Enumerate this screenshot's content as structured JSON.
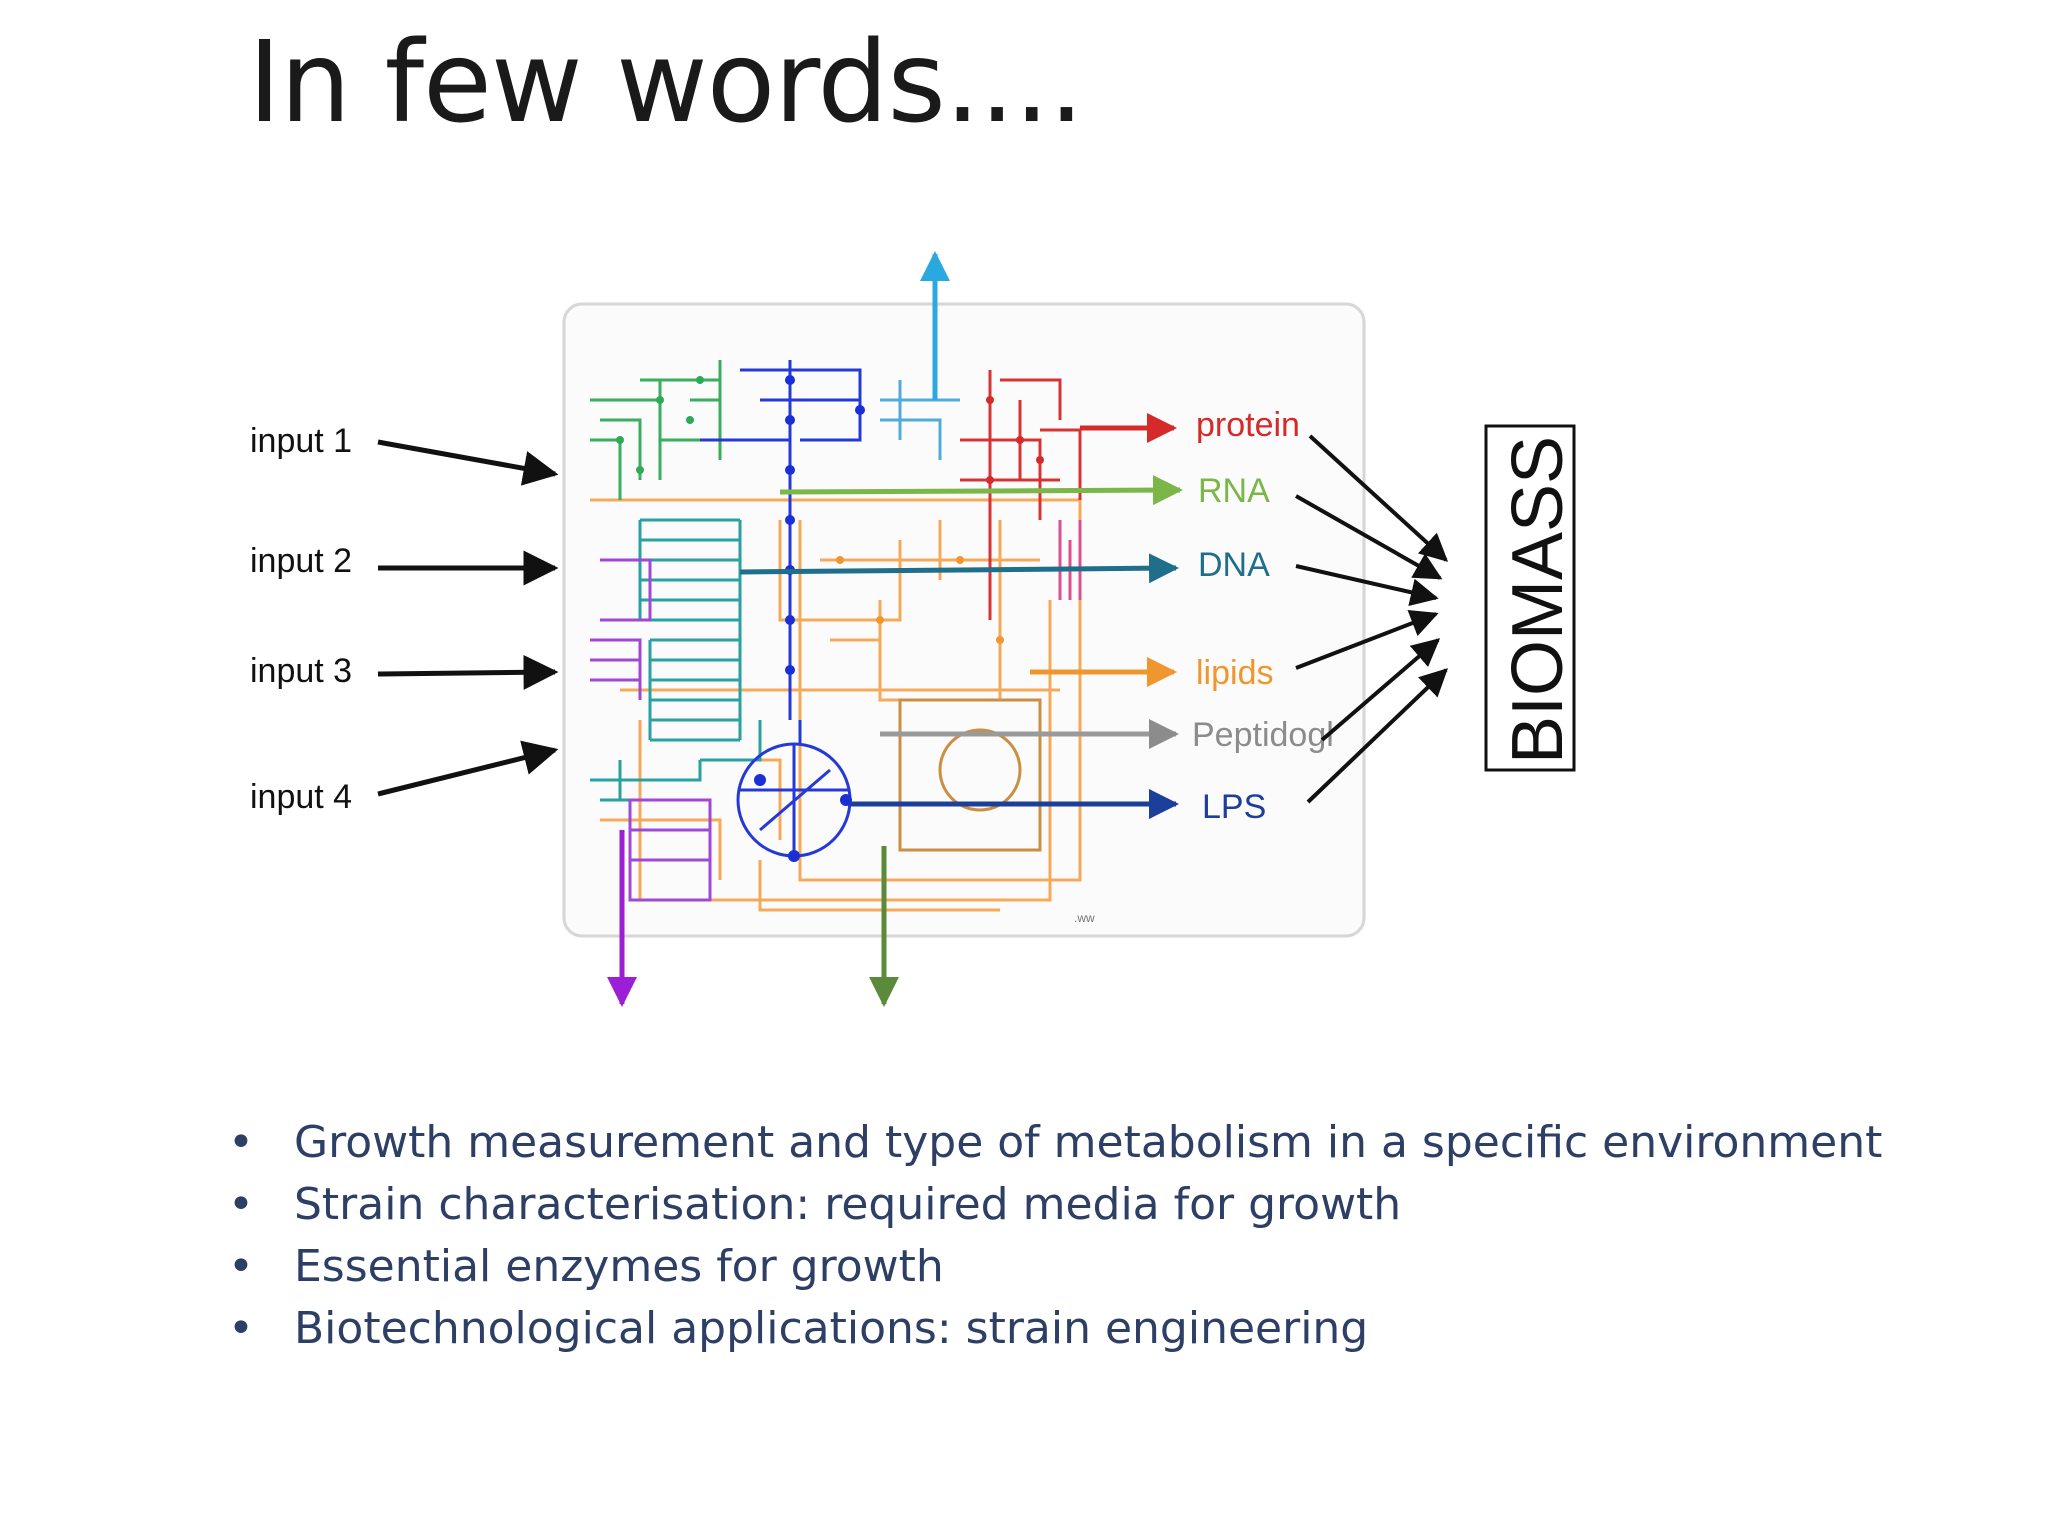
{
  "slide": {
    "title": "In few words...."
  },
  "diagram": {
    "inputs": [
      "input 1",
      "input 2",
      "input 3",
      "input 4"
    ],
    "outputs": [
      {
        "label": "protein",
        "color": "#d42a2a"
      },
      {
        "label": "RNA",
        "color": "#7ab648"
      },
      {
        "label": "DNA",
        "color": "#1f6e8c"
      },
      {
        "label": "lipids",
        "color": "#f0962e"
      },
      {
        "label": "Peptidogl",
        "color": "#8c8c8c"
      },
      {
        "label": "LPS",
        "color": "#1c3f9a"
      }
    ],
    "target": "BIOMASS",
    "network_colors": {
      "green": "#2eaa56",
      "teal": "#1f8c8c",
      "blue": "#1a2fd6",
      "purple": "#9b3fd4",
      "orange": "#f0962e",
      "red": "#d42a2a",
      "cyan": "#2aa8e0",
      "olive": "#5a8a3a"
    }
  },
  "bullets": [
    "Growth measurement and type of metabolism in a specific environment",
    "Strain characterisation: required media for growth",
    "Essential enzymes for growth",
    "Biotechnological applications: strain engineering"
  ]
}
